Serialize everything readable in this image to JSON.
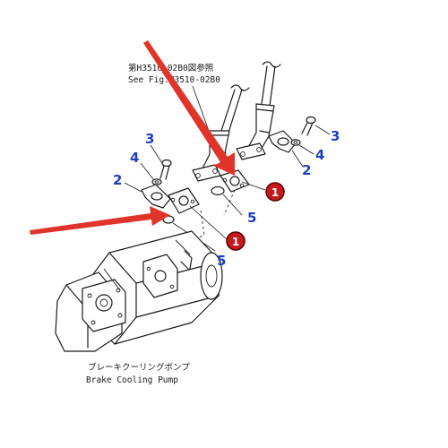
{
  "reference": {
    "line1": "第H3510-02B0図参照",
    "line2": "See Fig.H3510-02B0"
  },
  "pump_caption": {
    "jp": "ブレーキクーリングポンプ",
    "en": "Brake Cooling Pump"
  },
  "callouts": [
    {
      "label": "3"
    },
    {
      "label": "4"
    },
    {
      "label": "2"
    },
    {
      "label": "3"
    },
    {
      "label": "4"
    },
    {
      "label": "2"
    },
    {
      "label": "5"
    },
    {
      "label": "5"
    }
  ],
  "badges": [
    {
      "label": "1"
    },
    {
      "label": "1"
    }
  ],
  "colors": {
    "callout_blue": "#1f3fbf",
    "badge_red": "#c41a1a",
    "arrow_red": "#e0342a"
  }
}
